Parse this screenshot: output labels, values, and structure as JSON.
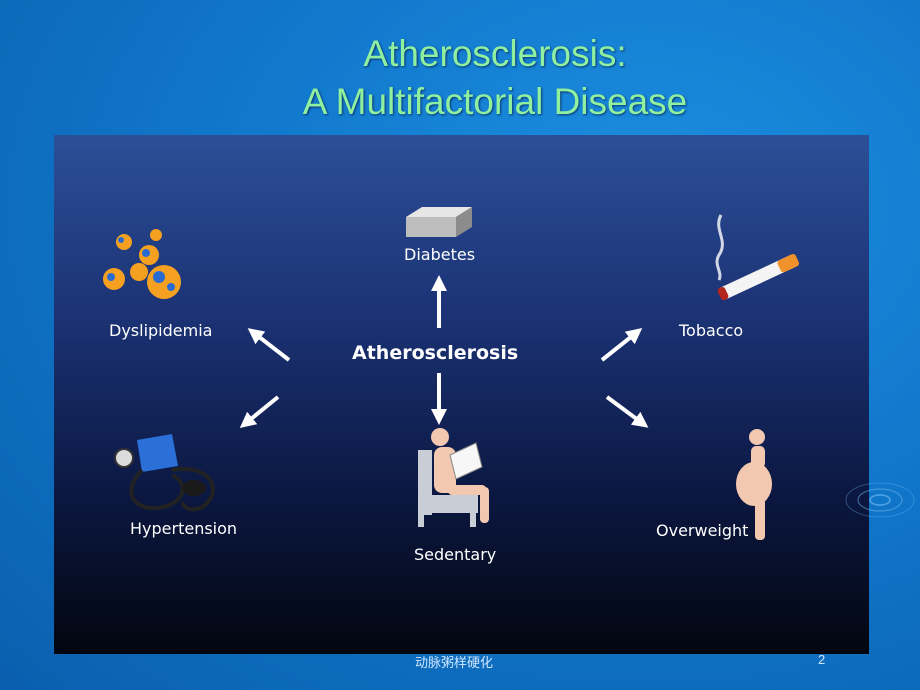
{
  "slide": {
    "title_line1": "Atherosclerosis:",
    "title_line2": "A Multifactorial Disease",
    "page_number": "2",
    "footer_text": "动脉粥样硬化"
  },
  "diagram": {
    "center": "Atherosclerosis",
    "factors": {
      "diabetes": "Diabetes",
      "dyslipidemia": "Dyslipidemia",
      "tobacco": "Tobacco",
      "hypertension": "Hypertension",
      "sedentary": "Sedentary",
      "overweight": "Overweight"
    }
  },
  "icons": [
    "sugar-cube-icon",
    "lipid-molecules-icon",
    "cigarette-icon",
    "blood-pressure-cuff-icon",
    "seated-person-icon",
    "overweight-person-icon"
  ],
  "colors": {
    "title": "#8ff0a0",
    "slide_bg": "#1178cc",
    "panel_top": "#2c4f97",
    "panel_bottom": "#02060f",
    "icon_peach": "#f3c8b0",
    "lipid_orange": "#f5a020"
  }
}
